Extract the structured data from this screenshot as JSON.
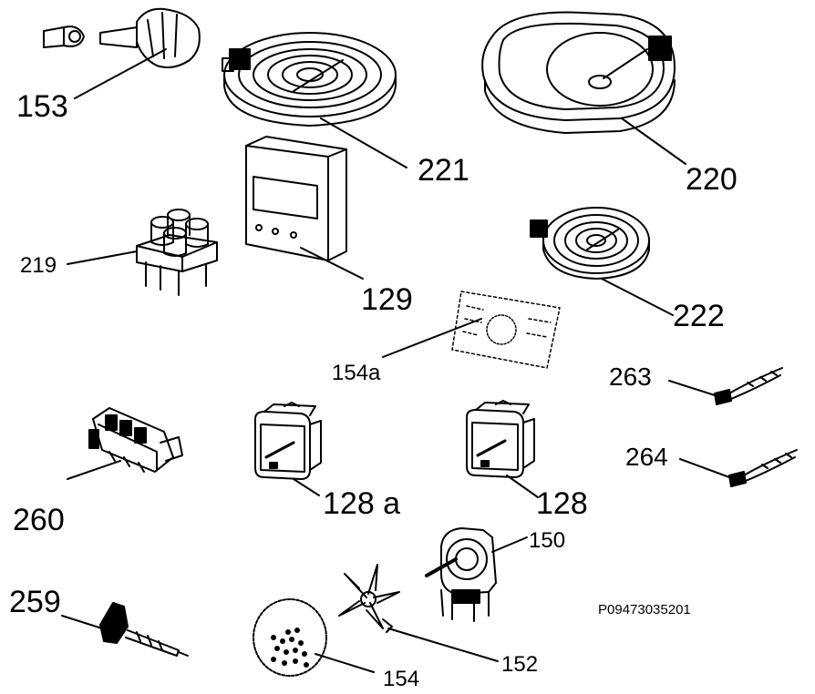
{
  "diagram": {
    "ink_color": "#000000",
    "background": "#ffffff",
    "labels": {
      "153": "153",
      "221": "221",
      "220": "220",
      "219": "219",
      "129": "129",
      "222": "222",
      "154a": "154a",
      "263": "263",
      "264": "264",
      "260": "260",
      "128a": "128 a",
      "128": "128",
      "150": "150",
      "259": "259",
      "152": "152",
      "154": "154"
    },
    "reference_code": "P09473035201"
  }
}
